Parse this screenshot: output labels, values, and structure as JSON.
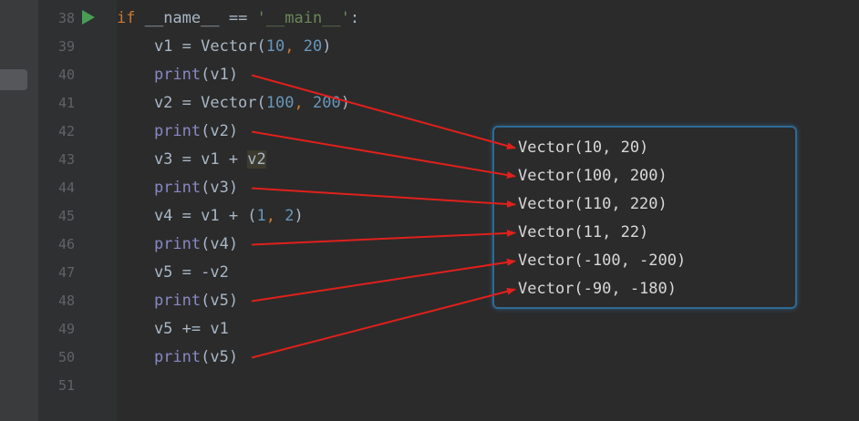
{
  "editor": {
    "line_numbers": [
      "38",
      "39",
      "40",
      "41",
      "42",
      "43",
      "44",
      "45",
      "46",
      "47",
      "48",
      "49",
      "50",
      "51"
    ],
    "lines": [
      [
        {
          "t": "if",
          "c": "kw"
        },
        {
          "t": " __name__ == ",
          "c": ""
        },
        {
          "t": "'__main__'",
          "c": "str"
        },
        {
          "t": ":",
          "c": ""
        }
      ],
      [
        {
          "t": "    v1 = Vector(",
          "c": ""
        },
        {
          "t": "10",
          "c": "num"
        },
        {
          "t": ", ",
          "c": "kw"
        },
        {
          "t": "20",
          "c": "num"
        },
        {
          "t": ")",
          "c": ""
        }
      ],
      [
        {
          "t": "    ",
          "c": ""
        },
        {
          "t": "print",
          "c": "fn"
        },
        {
          "t": "(v1)",
          "c": ""
        }
      ],
      [
        {
          "t": "    v2 = Vector(",
          "c": ""
        },
        {
          "t": "100",
          "c": "num"
        },
        {
          "t": ", ",
          "c": "kw"
        },
        {
          "t": "200",
          "c": "num"
        },
        {
          "t": ")",
          "c": ""
        }
      ],
      [
        {
          "t": "    ",
          "c": ""
        },
        {
          "t": "print",
          "c": "fn"
        },
        {
          "t": "(v2)",
          "c": ""
        }
      ],
      [
        {
          "t": "    v3 = v1 + ",
          "c": ""
        },
        {
          "t": "v2",
          "c": "hl"
        }
      ],
      [
        {
          "t": "    ",
          "c": ""
        },
        {
          "t": "print",
          "c": "fn"
        },
        {
          "t": "(v3)",
          "c": ""
        }
      ],
      [
        {
          "t": "    v4 = v1 + (",
          "c": ""
        },
        {
          "t": "1",
          "c": "num"
        },
        {
          "t": ", ",
          "c": "kw"
        },
        {
          "t": "2",
          "c": "num"
        },
        {
          "t": ")",
          "c": ""
        }
      ],
      [
        {
          "t": "    ",
          "c": ""
        },
        {
          "t": "print",
          "c": "fn"
        },
        {
          "t": "(v4)",
          "c": ""
        }
      ],
      [
        {
          "t": "    v5 = -v2",
          "c": ""
        }
      ],
      [
        {
          "t": "    ",
          "c": ""
        },
        {
          "t": "print",
          "c": "fn"
        },
        {
          "t": "(v5)",
          "c": ""
        }
      ],
      [
        {
          "t": "    v5 += v1",
          "c": ""
        }
      ],
      [
        {
          "t": "    ",
          "c": ""
        },
        {
          "t": "print",
          "c": "fn"
        },
        {
          "t": "(v5)",
          "c": ""
        }
      ],
      []
    ]
  },
  "output": {
    "lines": [
      "Vector(10, 20)",
      "Vector(100, 200)",
      "Vector(110, 220)",
      "Vector(11, 22)",
      "Vector(-100, -200)",
      "Vector(-90, -180)"
    ]
  },
  "colors": {
    "arrow": "#e0201c",
    "output_border": "#2e6a95",
    "run_icon": "#499c54"
  }
}
